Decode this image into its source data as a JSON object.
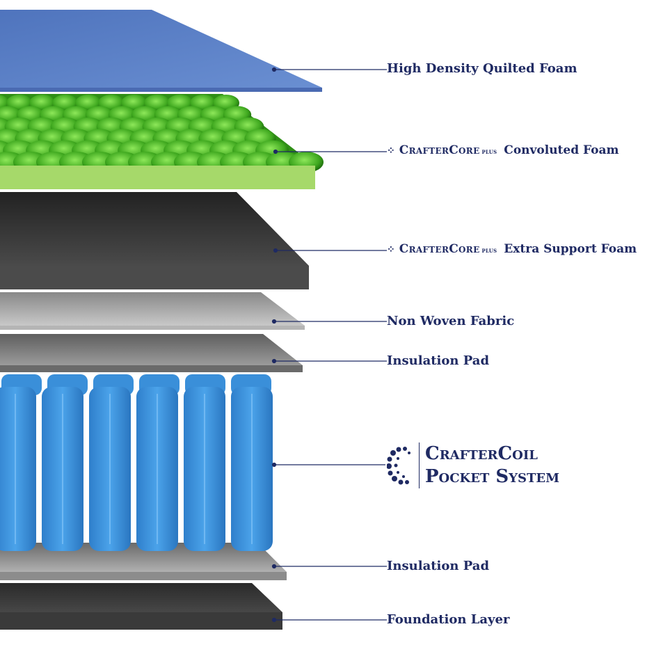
{
  "layers": [
    {
      "id": "quilted",
      "label": "High Density Quilted Foam",
      "color": "#5a80c6"
    },
    {
      "id": "convoluted",
      "brand": "CrafterCore",
      "plus": "PLUS",
      "rest": "Convoluted Foam",
      "color": "#6fd13a"
    },
    {
      "id": "extra-support",
      "brand": "CrafterCore",
      "plus": "PLUS",
      "rest": "Extra Support Foam",
      "color": "#3d3d3d"
    },
    {
      "id": "non-woven",
      "label": "Non Woven Fabric",
      "color": "#9a9a9a"
    },
    {
      "id": "insulation-top",
      "label": "Insulation Pad",
      "color": "#777777"
    },
    {
      "id": "coil",
      "line1": "CrafterCoil",
      "line2": "Pocket System",
      "color": "#3b8fd8"
    },
    {
      "id": "insulation-bottom",
      "label": "Insulation Pad",
      "color": "#8f8f8f"
    },
    {
      "id": "foundation",
      "label": "Foundation Layer",
      "color": "#333333"
    }
  ],
  "colors": {
    "text": "#1f2a63",
    "leader": "#1f2a63"
  }
}
